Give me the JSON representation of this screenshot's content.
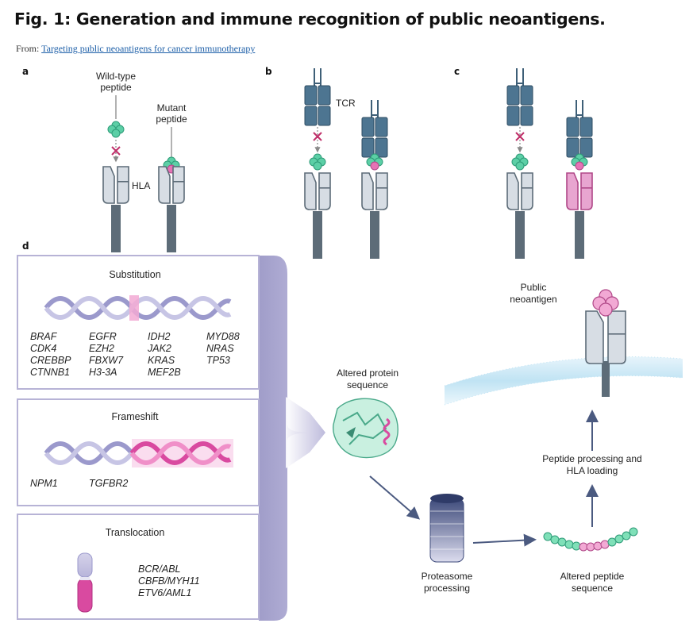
{
  "header": {
    "title": "Fig. 1: Generation and immune recognition of public neoantigens.",
    "from_prefix": "From:",
    "from_link": "Targeting public neoantigens for cancer immunotherapy"
  },
  "panel_a": {
    "letter": "a",
    "wild_type_line1": "Wild-type",
    "wild_type_line2": "peptide",
    "mutant_line1": "Mutant",
    "mutant_line2": "peptide",
    "hla": "HLA"
  },
  "panel_b": {
    "letter": "b",
    "tcr": "TCR"
  },
  "panel_c": {
    "letter": "c"
  },
  "panel_d": {
    "letter": "d",
    "substitution": {
      "title": "Substitution",
      "genes": [
        [
          "BRAF",
          "CDK4",
          "CREBBP",
          "CTNNB1"
        ],
        [
          "EGFR",
          "EZH2",
          "FBXW7",
          "H3-3A"
        ],
        [
          "IDH2",
          "JAK2",
          "KRAS",
          "MEF2B"
        ],
        [
          "MYD88",
          "NRAS",
          "TP53"
        ]
      ]
    },
    "frameshift": {
      "title": "Frameshift",
      "genes": [
        "NPM1",
        "TGFBR2"
      ]
    },
    "translocation": {
      "title": "Translocation",
      "genes": [
        "BCR/ABL",
        "CBFB/MYH11",
        "ETV6/AML1"
      ]
    },
    "altered_protein_line1": "Altered protein",
    "altered_protein_line2": "sequence",
    "proteasome_line1": "Proteasome",
    "proteasome_line2": "processing",
    "altered_peptide_line1": "Altered peptide",
    "altered_peptide_line2": "sequence",
    "peptide_processing_line1": "Peptide processing and",
    "peptide_processing_line2": "HLA loading",
    "public_line1": "Public",
    "public_line2": "neoantigen"
  },
  "colors": {
    "green_peptide": "#5ccfa6",
    "pink_peptide": "#e673b5",
    "hla_fill": "#d7dde4",
    "tcr_fill": "#4d7591",
    "mutant_hla_fill": "#e8a5d0",
    "box_border": "#b7b3d6",
    "bracket": "#a09dc9",
    "x_mark": "#c0306a",
    "link": "#1d5fa8"
  },
  "icons": [
    "x-mark-icon",
    "arrow-icon",
    "dna-helix-icon",
    "chromosome-icon",
    "protein-icon",
    "proteasome-icon",
    "membrane-icon"
  ]
}
